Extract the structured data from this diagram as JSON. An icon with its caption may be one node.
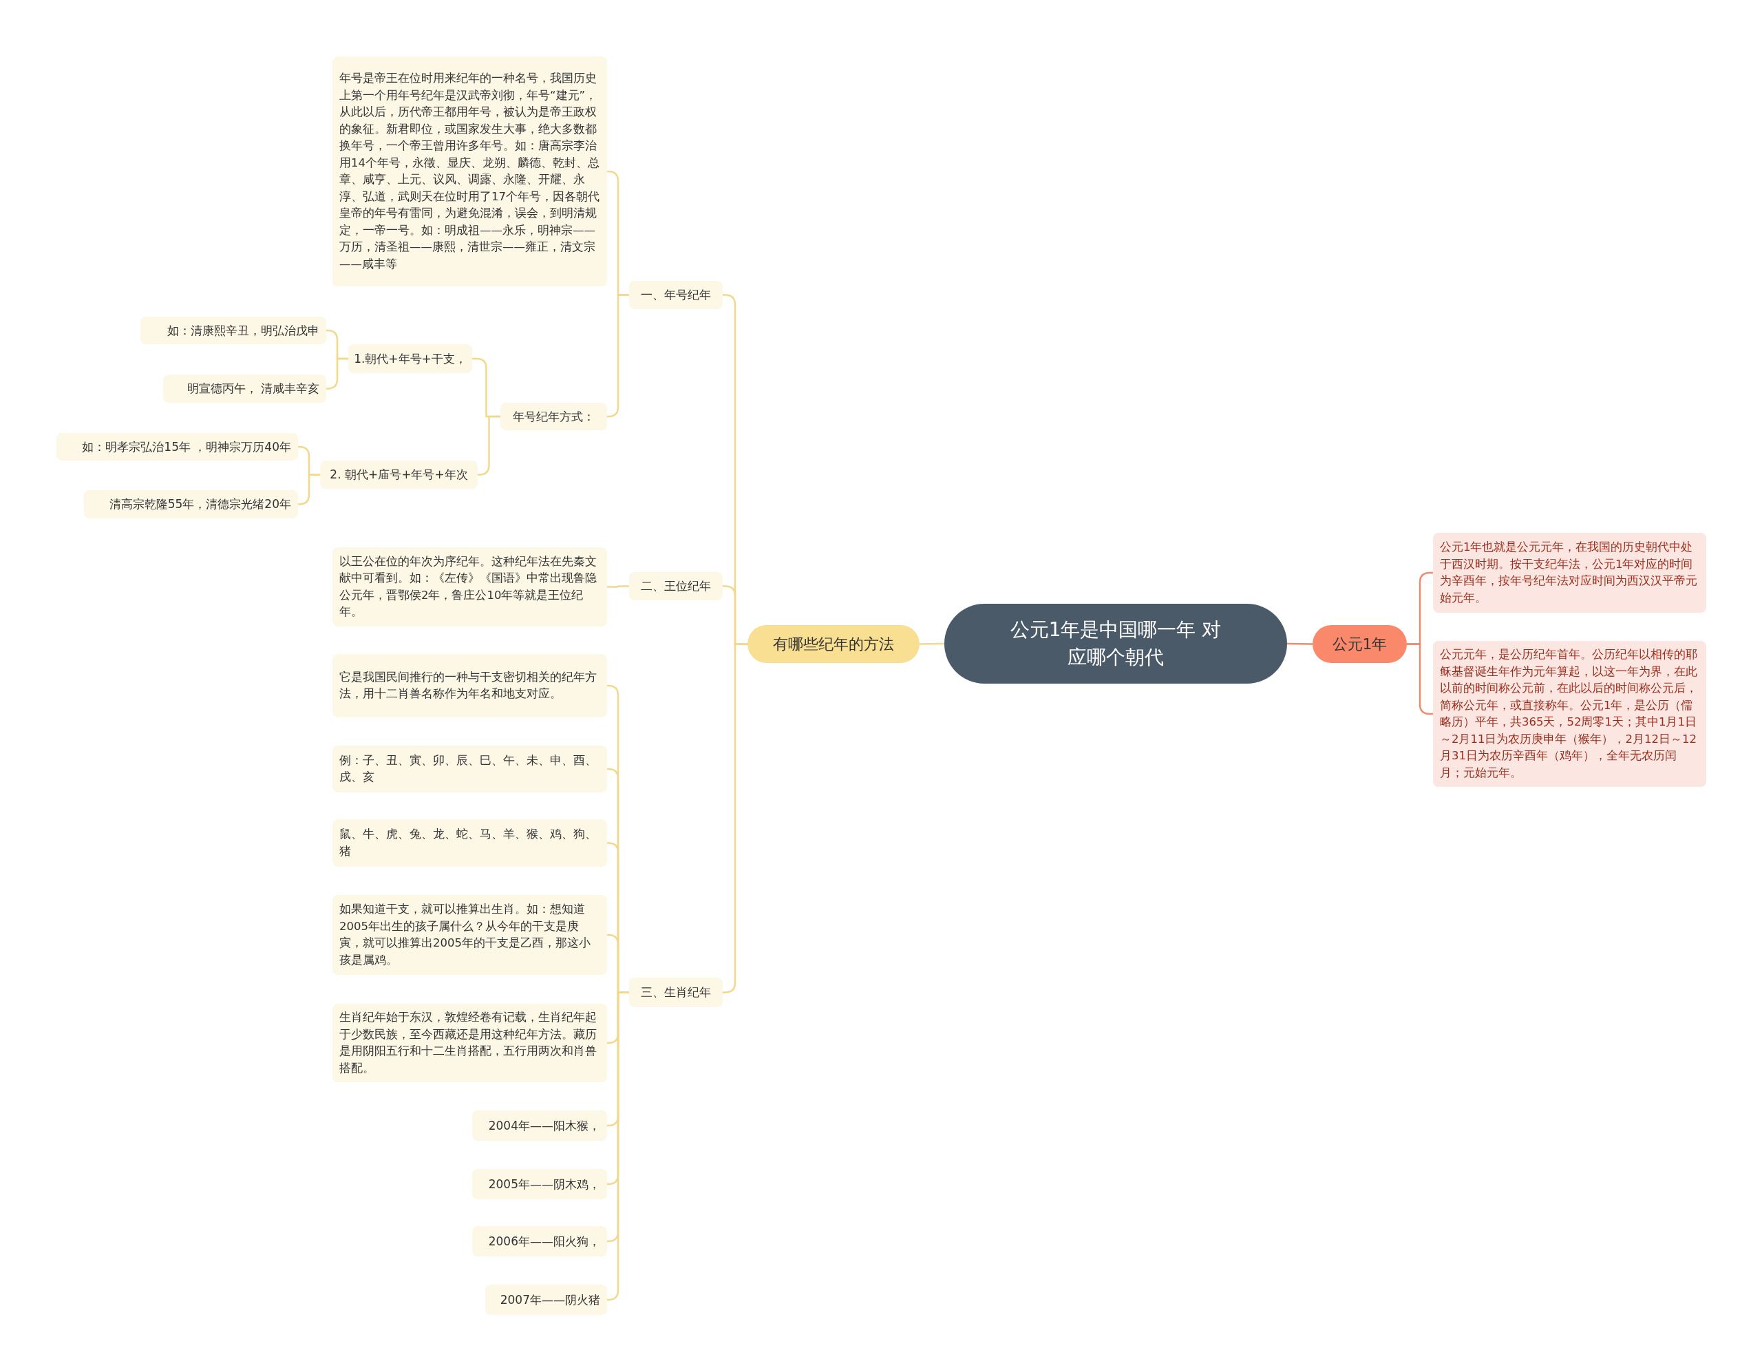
{
  "diagram": {
    "nodes": [
      {
        "text": [
          "公元1年是中国哪一年 对应哪个朝代"
        ]
      },
      {
        "text": [
          "有哪些纪年的方法"
        ]
      },
      {
        "text": [
          "公元1年"
        ]
      },
      {
        "text": [
          "公元1年也就是公元元年，在我国的历史朝代中处于西汉时期。按干支纪年法，公元1年对应的时间为辛酉年，按年号纪年法对应时间为西汉汉平帝元始元年。"
        ]
      },
      {
        "text": [
          "公元元年，是公历纪年首年。公历纪年以相传的耶稣基督诞生年作为元年算起，以这一年为界，在此以前的时间称公元前，在此以后的时间称公元后，简称公元年，或直接称年。公元1年，是公历（儒略历）平年，共365天，52周零1天；其中1月1日～2月11日为农历庚申年（猴年），2月12日～12月31日为农历辛酉年（鸡年），全年无农历闰月；元始元年。"
        ]
      },
      {
        "text": [
          "一、年号纪年"
        ]
      },
      {
        "text": [
          "年号是帝王在位时用来纪年的一种名号，我国历史上第一个用年号纪年是汉武帝刘彻，年号“建元”，从此以后，历代帝王都用年号，被认为是帝王政权的象征。新君即位，或国家发生大事，绝大多数都换年号，一个帝王曾用许多年号。如：唐高宗李治用14个年号，永徵、显庆、龙朔、麟德、乾封、总章、咸亨、上元、议风、调露、永隆、开耀、永淳、弘道，武则天在位时用了17个年号，因各朝代皇帝的年号有雷同，为避免混淆，误会，到明清规定，一帝一号。如：明成祖——永乐，明神宗——万历，清圣祖——康熙，清世宗——雍正，清文宗——咸丰等"
        ]
      },
      {
        "text": [
          "年号纪年方式："
        ]
      },
      {
        "text": [
          "1.朝代+年号+干支，"
        ]
      },
      {
        "text": [
          "如：清康熙辛丑，明弘治戊申"
        ]
      },
      {
        "text": [
          "明宣德丙午， 清咸丰辛亥"
        ]
      },
      {
        "text": [
          "2. 朝代+庙号+年号+年次"
        ]
      },
      {
        "text": [
          "如：明孝宗弘治15年 ，明神宗万历40年"
        ]
      },
      {
        "text": [
          "清高宗乾隆55年，清德宗光绪20年"
        ]
      },
      {
        "text": [
          "二、王位纪年"
        ]
      },
      {
        "text": [
          "以王公在位的年次为序纪年。这种纪年法在先秦文献中可看到。如：《左传》《国语》中常出现鲁隐公元年，晋鄂侯2年，鲁庄公10年等就是王位纪年。"
        ]
      },
      {
        "text": [
          "三、生肖纪年"
        ]
      },
      {
        "text": [
          "它是我国民间推行的一种与干支密切相关的纪年方法，用十二肖兽名称作为年名和地支对应。"
        ]
      },
      {
        "text": [
          "例：子、丑、寅、卯、辰、巳、午、未、申、酉、戌、亥"
        ]
      },
      {
        "text": [
          "鼠、牛、虎、兔、龙、蛇、马、羊、猴、鸡、狗、猪"
        ]
      },
      {
        "text": [
          "如果知道干支，就可以推算出生肖。如：想知道2005年出生的孩子属什么？从今年的干支是庚寅，就可以推算出2005年的干支是乙酉，那这小孩是属鸡。"
        ]
      },
      {
        "text": [
          "生肖纪年始于东汉，敦煌经卷有记载，生肖纪年起于少数民族，至今西藏还是用这种纪年方法。藏历是用阴阳五行和十二生肖搭配，五行用两次和肖兽搭配。"
        ]
      },
      {
        "text": [
          "2004年——阳木猴，"
        ]
      },
      {
        "text": [
          "2005年——阴木鸡，"
        ]
      },
      {
        "text": [
          "2006年——阳火狗，"
        ]
      },
      {
        "text": [
          "2007年——阴火猪"
        ]
      }
    ],
    "edges": [
      {
        "from": 0,
        "to": 1,
        "arrow": "none"
      },
      {
        "from": 0,
        "to": 2,
        "arrow": "none",
        "color": "#ef8a6d"
      },
      {
        "from": 2,
        "to": 3,
        "arrow": "none",
        "color": "#ef8a6d"
      },
      {
        "from": 2,
        "to": 4,
        "arrow": "none",
        "color": "#ef8a6d"
      },
      {
        "from": 1,
        "to": 5,
        "arrow": "none"
      },
      {
        "from": 1,
        "to": 14,
        "arrow": "none"
      },
      {
        "from": 1,
        "to": 16,
        "arrow": "none"
      },
      {
        "from": 5,
        "to": 6,
        "arrow": "none"
      },
      {
        "from": 5,
        "to": 7,
        "arrow": "none"
      },
      {
        "from": 7,
        "to": 8,
        "arrow": "none"
      },
      {
        "from": 7,
        "to": 11,
        "arrow": "none"
      },
      {
        "from": 8,
        "to": 9,
        "arrow": "none"
      },
      {
        "from": 8,
        "to": 10,
        "arrow": "none"
      },
      {
        "from": 11,
        "to": 12,
        "arrow": "none"
      },
      {
        "from": 11,
        "to": 13,
        "arrow": "none"
      },
      {
        "from": 14,
        "to": 15,
        "arrow": "none"
      },
      {
        "from": 16,
        "to": 17,
        "arrow": "none"
      },
      {
        "from": 16,
        "to": 18,
        "arrow": "none"
      },
      {
        "from": 16,
        "to": 19,
        "arrow": "none"
      },
      {
        "from": 16,
        "to": 20,
        "arrow": "none"
      },
      {
        "from": 16,
        "to": 21,
        "arrow": "none"
      },
      {
        "from": 16,
        "to": 22,
        "arrow": "none"
      },
      {
        "from": 16,
        "to": 23,
        "arrow": "none"
      },
      {
        "from": 16,
        "to": 24,
        "arrow": "none"
      },
      {
        "from": 16,
        "to": 25,
        "arrow": "none"
      }
    ]
  }
}
